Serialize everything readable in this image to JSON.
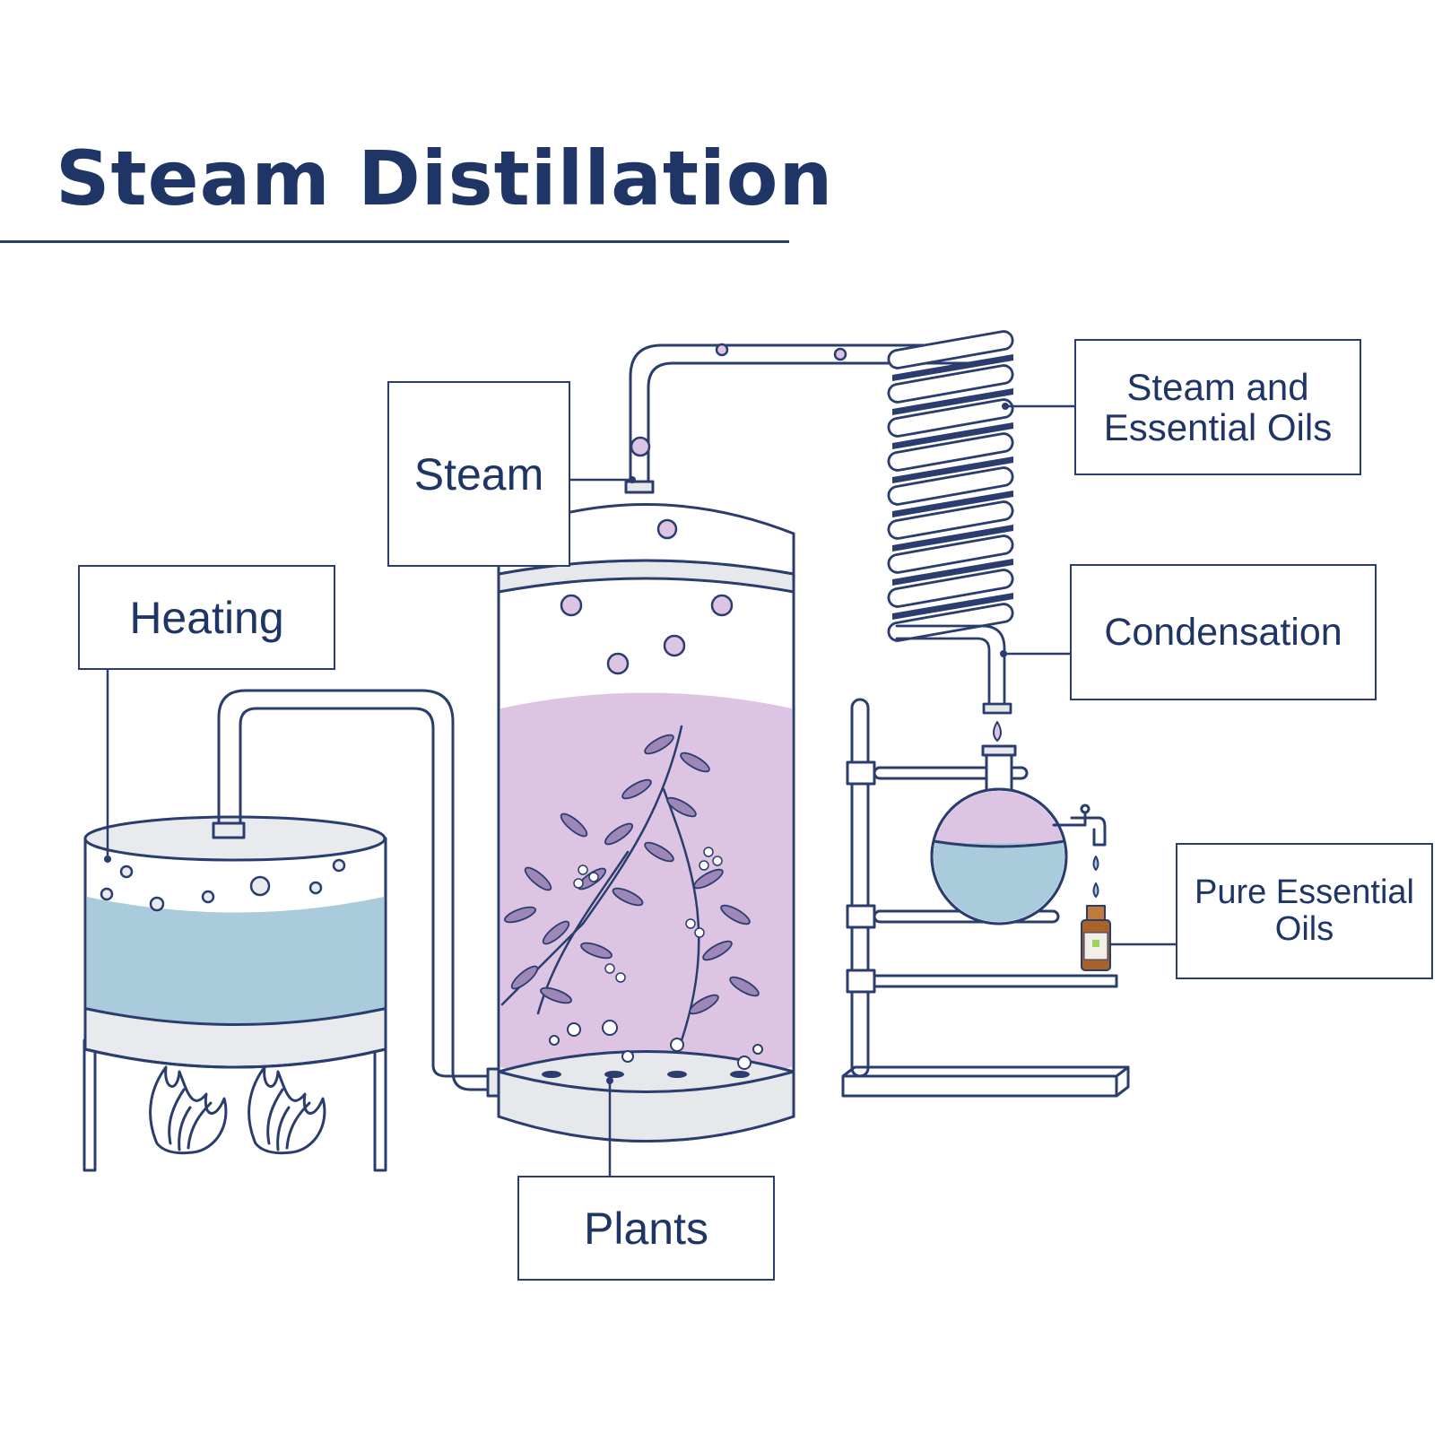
{
  "title": "Steam Distillation",
  "labels": {
    "steam": "Steam",
    "heating": "Heating",
    "plants": "Plants",
    "steam_oils_line1": "Steam and",
    "steam_oils_line2": "Essential Oils",
    "condensation": "Condensation",
    "pure_line1": "Pure Essential",
    "pure_line2": "Oils"
  },
  "colors": {
    "ink": "#2a3d6e",
    "title": "#1f3566",
    "water": "#a9cbdc",
    "plant_liquid": "#dcc4e2",
    "shell": "#e6e8ec"
  }
}
